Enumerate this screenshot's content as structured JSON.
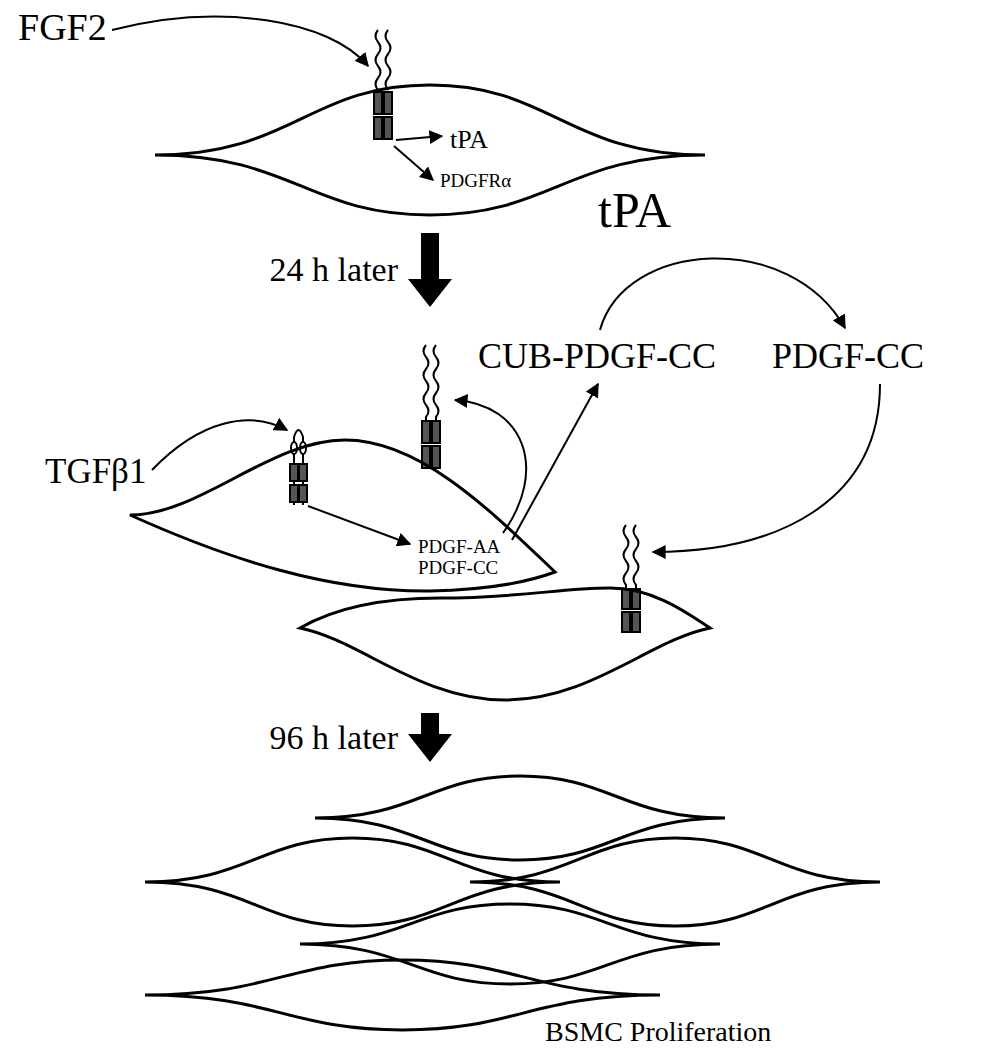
{
  "diagram": {
    "nodes": [
      {
        "text": [
          "tPA",
          "PDGFRα"
        ]
      },
      {
        "text": [
          "PDGF-AA",
          "PDGF-CC"
        ]
      },
      {
        "text": [
          "BSMC Proliferation"
        ]
      }
    ],
    "edges": [
      {
        "from": 0,
        "to": 1,
        "label": "24 h later",
        "arrow": "to"
      },
      {
        "from": 1,
        "to": 2,
        "label": "96 h later",
        "arrow": "to"
      }
    ],
    "labels": [
      "FGF2",
      "TGFβ1",
      "CUB-PDGF-CC",
      "tPA",
      "PDGF-CC"
    ]
  }
}
